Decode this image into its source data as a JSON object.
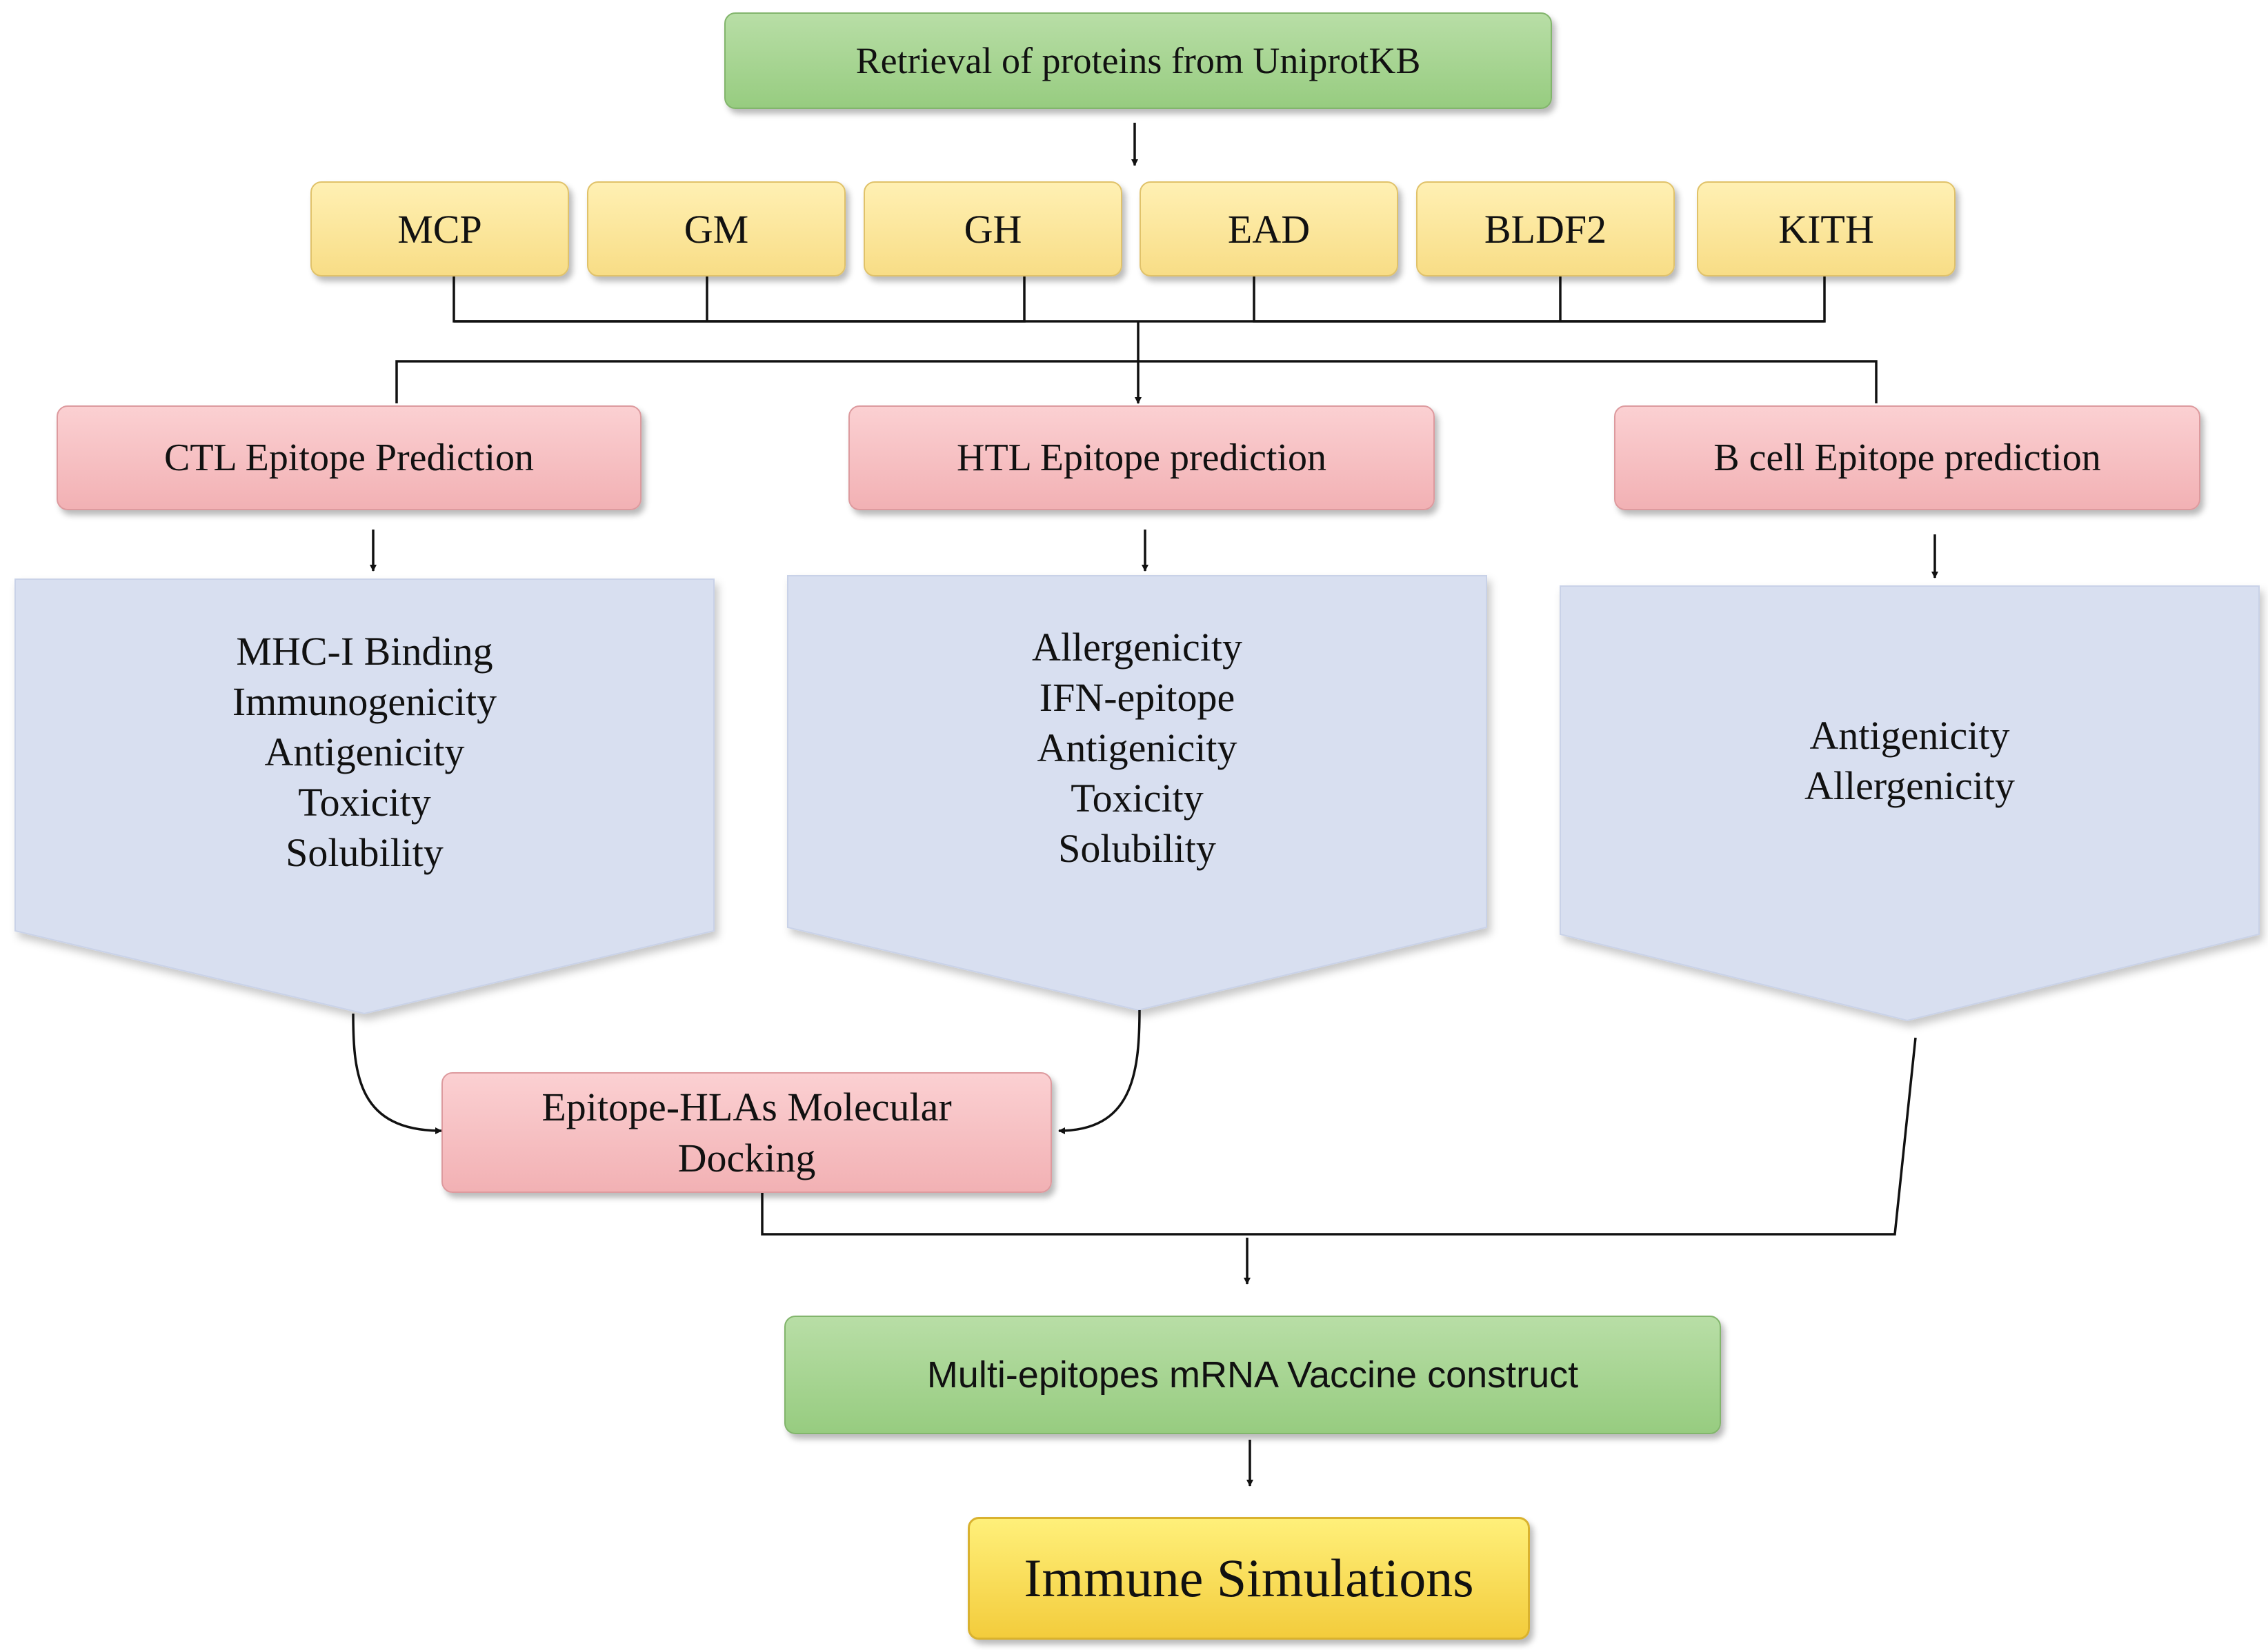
{
  "nodes": {
    "retrieval": "Retrieval of proteins from UniprotKB",
    "proteins": [
      "MCP",
      "GM",
      "GH",
      "EAD",
      "BLDF2",
      "KITH"
    ],
    "predictions": {
      "ctl": "CTL Epitope Prediction",
      "htl": "HTL Epitope prediction",
      "bcell": "B cell Epitope prediction"
    },
    "criteria": {
      "ctl": [
        "MHC-I Binding",
        "Immunogenicity",
        "Antigenicity",
        "Toxicity",
        "Solubility"
      ],
      "htl": [
        "Allergenicity",
        "IFN-epitope",
        "Antigenicity",
        "Toxicity",
        "Solubility"
      ],
      "bcell": [
        "Antigenicity",
        "Allergenicity"
      ]
    },
    "docking": [
      "Epitope-HLAs Molecular",
      "Docking"
    ],
    "vaccine": "Multi-epitopes mRNA Vaccine construct",
    "simulation": "Immune Simulations"
  },
  "colors": {
    "green_box": "#a9d695",
    "yellow_box": "#fbe8a0",
    "pink_box": "#f6c0c3",
    "chevron_fill": "#d8dff0",
    "chevron_stroke": "#c9d2e8",
    "gold_box": "#f8dd58",
    "connector": "#111111"
  }
}
